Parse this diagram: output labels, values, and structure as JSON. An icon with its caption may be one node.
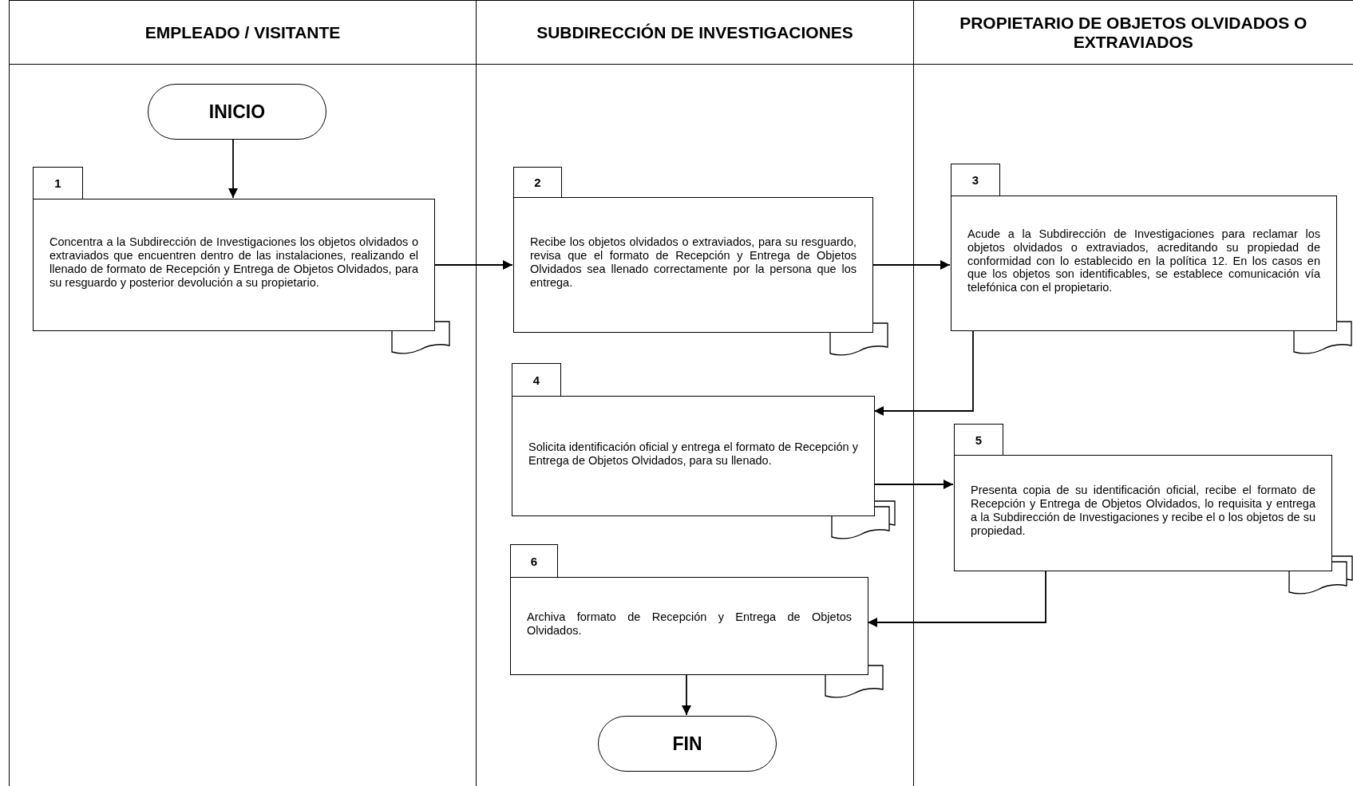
{
  "diagram": {
    "nodes": [
      {
        "text": [
          "EMPLEADO / VISITANTE"
        ]
      },
      {
        "text": [
          "SUBDIRECCIÓN DE INVESTIGACIONES"
        ]
      },
      {
        "text": [
          "PROPIETARIO DE OBJETOS OLVIDADOS O EXTRAVIADOS"
        ]
      },
      {
        "text": [
          "INICIO"
        ],
        "in": 0
      },
      {
        "text": [
          "1",
          "Concentra a la Subdirección de Investigaciones los objetos olvidados o extraviados que encuentren dentro de las instalaciones, realizando el llenado de formato de Recepción y Entrega de Objetos Olvidados, para su resguardo y posterior devolución a su propietario."
        ],
        "in": 0
      },
      {
        "text": [
          "2",
          "Recibe los objetos olvidados o extraviados, para su resguardo, revisa que el formato de Recepción y Entrega de Objetos Olvidados sea llenado correctamente por la persona que los entrega."
        ],
        "in": 1
      },
      {
        "text": [
          "3",
          "Acude a la Subdirección de Investigaciones para reclamar los objetos olvidados o extraviados, acreditando su propiedad de conformidad con lo establecido en la política 12. En los casos en que los objetos son identificables, se establece comunicación vía telefónica con el propietario."
        ],
        "in": 2
      },
      {
        "text": [
          "4",
          "Solicita identificación oficial y entrega el formato de Recepción y Entrega de Objetos Olvidados, para su llenado."
        ],
        "in": 1
      },
      {
        "text": [
          "5",
          "Presenta copia de su identificación oficial, recibe el formato de Recepción y Entrega de Objetos Olvidados, lo requisita y entrega a la Subdirección de Investigaciones y recibe el o los objetos de su propiedad."
        ],
        "in": 2
      },
      {
        "text": [
          "6",
          "Archiva formato de Recepción y Entrega de Objetos Olvidados."
        ],
        "in": 1
      },
      {
        "text": [
          "FIN"
        ],
        "in": 1
      }
    ],
    "edges": [
      {
        "from": 3,
        "to": 4,
        "arrow": "to"
      },
      {
        "from": 4,
        "to": 5,
        "arrow": "to"
      },
      {
        "from": 5,
        "to": 6,
        "arrow": "to"
      },
      {
        "from": 6,
        "to": 7,
        "arrow": "to"
      },
      {
        "from": 7,
        "to": 8,
        "arrow": "to"
      },
      {
        "from": 8,
        "to": 9,
        "arrow": "to"
      },
      {
        "from": 9,
        "to": 10,
        "arrow": "to"
      }
    ]
  }
}
